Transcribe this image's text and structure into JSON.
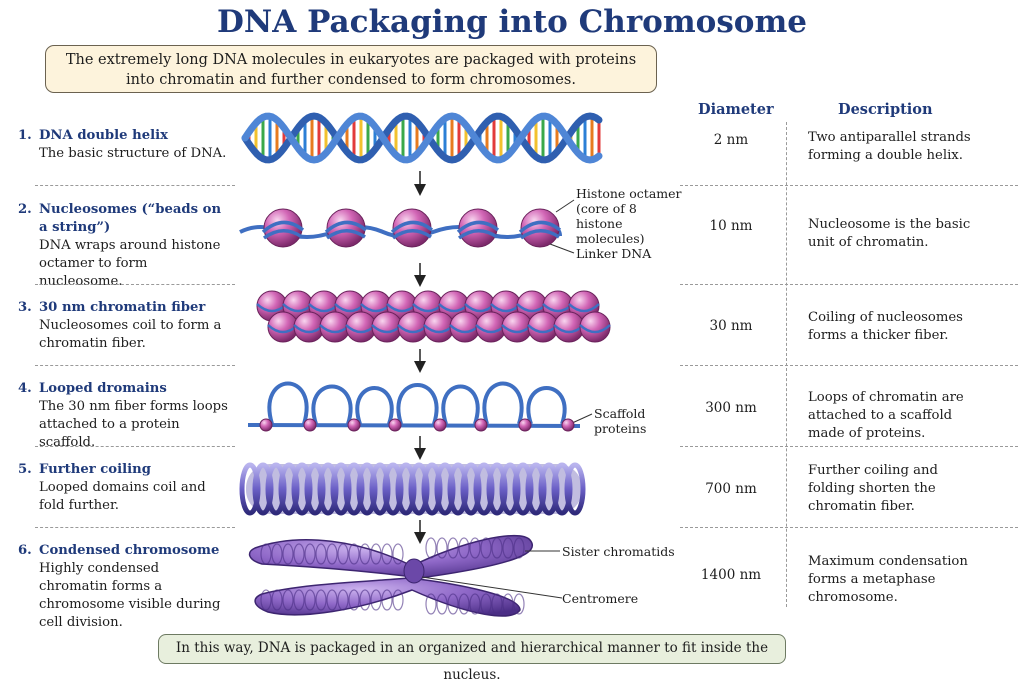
{
  "title": "DNA Packaging into Chromosome",
  "intro": "The extremely long DNA molecules in eukaryotes are packaged with proteins into chromatin and further condensed to form chromosomes.",
  "columns": {
    "diameter": "Diameter",
    "description": "Description"
  },
  "steps": [
    {
      "num": "1.",
      "name": "DNA double helix",
      "text": "The basic structure of DNA.",
      "diameter": "2 nm",
      "description": "Two antiparallel strands forming a double helix."
    },
    {
      "num": "2.",
      "name": "Nucleosomes (“beads on a string”)",
      "text": "DNA wraps around histone octamer to form nucleosome.",
      "diameter": "10 nm",
      "description": "Nucleosome is the basic unit of chromatin."
    },
    {
      "num": "3.",
      "name": "30 nm chromatin fiber",
      "text": "Nucleosomes coil to form a chromatin fiber.",
      "diameter": "30 nm",
      "description": "Coiling of nucleosomes forms a thicker fiber."
    },
    {
      "num": "4.",
      "name": "Looped dromains",
      "text": "The 30 nm fiber forms loops attached to a protein scaffold.",
      "diameter": "300 nm",
      "description": "Loops of chromatin are attached to a scaffold made of proteins."
    },
    {
      "num": "5.",
      "name": "Further coiling",
      "text": "Looped domains coil and fold further.",
      "diameter": "700 nm",
      "description": "Further coiling and folding shorten the chromatin fiber."
    },
    {
      "num": "6.",
      "name": "Condensed chromosome",
      "text": "Highly condensed chromatin forms a chromosome visible during cell division.",
      "diameter": "1400 nm",
      "description": "Maximum condensation forms a metaphase chromosome."
    }
  ],
  "annotations": {
    "histone_octamer": "Histone octamer (core of 8 histone molecules)",
    "linker_dna": "Linker DNA",
    "scaffold_proteins": "Scaffold proteins",
    "sister_chromatids": "Sister chromatids",
    "centromere": "Centromere"
  },
  "outro": "In this way, DNA is packaged in an organized and hierarchical manner to fit inside the nucleus.",
  "colors": {
    "heading": "#1f3a7a",
    "dna_backbone": "#3f6fc2",
    "histone": "#d266b6",
    "chromosome": "#8f68c8",
    "intro_bg": "#fdf3dc",
    "outro_bg": "#e8efdd"
  }
}
